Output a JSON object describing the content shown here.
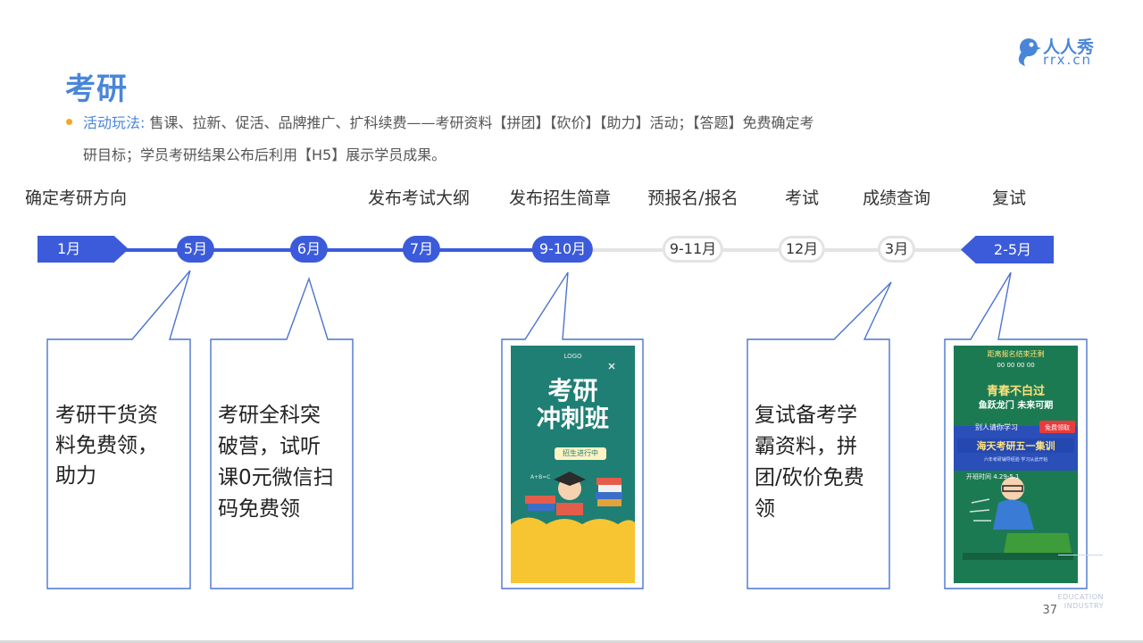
{
  "title": "考研",
  "description": {
    "highlight": "活动玩法:",
    "line1": " 售课、拉新、促活、品牌推广、扩科续费——考研资料【拼团】【砍价】【助力】活动；【答题】免费确定考",
    "line2": "研目标；学员考研结果公布后利用【H5】展示学员成果。"
  },
  "logo": {
    "brand": "人人秀",
    "domain": "rrx.cn"
  },
  "stages": [
    "确定考研方向",
    "发布考试大纲",
    "发布招生简章",
    "预报名/报名",
    "考试",
    "成绩查询",
    "复试"
  ],
  "timeline": [
    "1月",
    "5月",
    "6月",
    "7月",
    "9-10月",
    "9-11月",
    "12月",
    "3月",
    "2-5月"
  ],
  "callouts": {
    "c1": [
      "考研干货资",
      "料免费领，",
      "助力"
    ],
    "c2": [
      "考研全科突",
      "破营，试听",
      "课0元微信扫",
      "码免费领"
    ],
    "c3": [
      "复试备考学",
      "霸资料，拼",
      "团/砍价免费",
      "领"
    ]
  },
  "poster1": {
    "logo": "LOGO",
    "line1": "考研",
    "line2": "冲刺班",
    "tag": "招生进行中",
    "formula": "A+B=C"
  },
  "poster2": {
    "top": "距离报名结束还剩",
    "countdown": "00  00  00  00",
    "slogan1": "青春不白过",
    "slogan2": "鱼跃龙门 未来可期",
    "invite": "别人请你学习",
    "badge": "免费领取",
    "title": "海天考研五一集训",
    "subtitle": "六年考研辅导经验   学习从此开始",
    "date": "开班时间 4.29-5.1"
  },
  "page_number": "37",
  "footer": {
    "line1": "EDUCATION",
    "line2": "INDUSTRY"
  },
  "colors": {
    "accent": "#3b5bdb",
    "title": "#4a86d8",
    "bullet": "#f5a623",
    "callout_border": "#4a74d0"
  }
}
